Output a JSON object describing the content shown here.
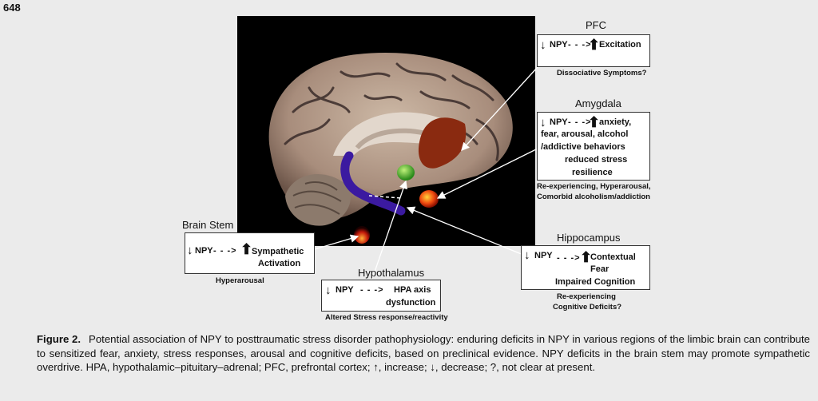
{
  "page_number": "648",
  "regions": {
    "pfc": {
      "title": "PFC",
      "npy": "NPY",
      "dashes": "- - ->",
      "effect": "Excitation",
      "symptom": "Dissociative Symptoms?"
    },
    "amygdala": {
      "title": "Amygdala",
      "npy": "NPY",
      "dashes": "- - ->",
      "effect_line1": "anxiety,",
      "effect_line2": "fear, arousal, alcohol",
      "effect_line3": "/addictive behaviors",
      "effect_line4": "reduced stress",
      "effect_line5": "resilience",
      "symptom_line1": "Re-experiencing, Hyperarousal,",
      "symptom_line2": "Comorbid alcoholism/addiction"
    },
    "brainstem": {
      "title": "Brain Stem",
      "npy": "NPY",
      "dashes": "- - ->",
      "effect_line1": "Sympathetic",
      "effect_line2": "Activation",
      "symptom": "Hyperarousal"
    },
    "hypothalamus": {
      "title": "Hypothalamus",
      "npy": "NPY",
      "dashes": "- - ->",
      "effect_line1": "HPA axis",
      "effect_line2": "dysfunction",
      "symptom": "Altered Stress response/reactivity"
    },
    "hippocampus": {
      "title": "Hippocampus",
      "npy": "NPY",
      "dashes": "- - ->",
      "effect_line1": "Contextual",
      "effect_line2": "Fear",
      "effect_line3": "Impaired Cognition",
      "symptom_line1": "Re-experiencing",
      "symptom_line2": "Cognitive Deficits?"
    }
  },
  "caption": {
    "label": "Figure 2.",
    "text": "Potential association of NPY to posttraumatic stress disorder pathophysiology: enduring deficits in NPY in various regions of the limbic brain can contribute to sensitized fear, anxiety, stress responses, arousal and cognitive deficits, based on preclinical evidence. NPY deficits in the brain stem may promote sympathetic overdrive. HPA, hypothalamic–pituitary–adrenal; PFC, prefrontal cortex; ↑, increase; ↓, decrease; ?, not clear at present."
  }
}
